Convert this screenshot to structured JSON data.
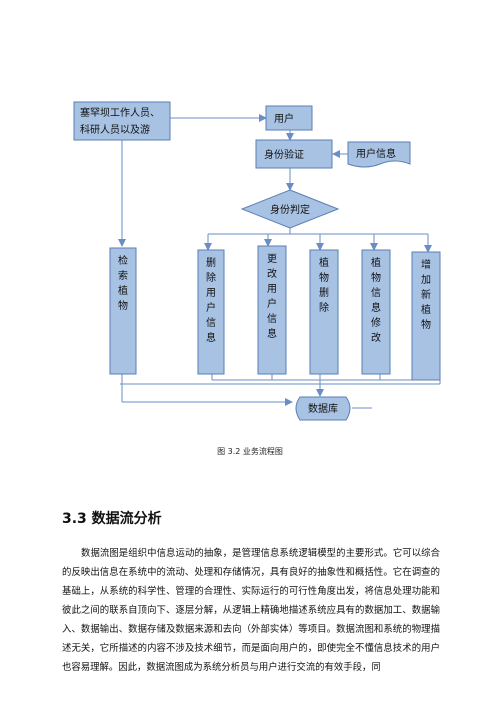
{
  "flowchart": {
    "staff": [
      "塞罕坝工作人员、",
      "科研人员以及游"
    ],
    "user": "用户",
    "auth": "身份验证",
    "user_info": "用户信息",
    "role_check": "身份判定",
    "actions": [
      {
        "id": "retrieve",
        "chars": [
          "检",
          "索",
          "植",
          "物"
        ]
      },
      {
        "id": "delete-user",
        "chars": [
          "删",
          "除",
          "用",
          "户",
          "信",
          "息"
        ]
      },
      {
        "id": "modify-user",
        "chars": [
          "更",
          "改",
          "用",
          "户",
          "信",
          "息"
        ]
      },
      {
        "id": "delete-plant",
        "chars": [
          "植",
          "物",
          "删",
          "除"
        ]
      },
      {
        "id": "modify-plant",
        "chars": [
          "植",
          "物",
          "信",
          "息",
          "修",
          "改"
        ]
      },
      {
        "id": "add-plant",
        "chars": [
          "增",
          "加",
          "新",
          "植",
          "物"
        ]
      }
    ],
    "database": "数据库"
  },
  "figure_caption": "图 3.2  业务流程图",
  "section": {
    "heading": "3.3 数据流分析",
    "paragraph": "数据流图是组织中信息运动的抽象，是管理信息系统逻辑模型的主要形式。它可以综合的反映出信息在系统中的流动、处理和存储情况，具有良好的抽象性和概括性。它在调查的基础上，从系统的科学性、管理的合理性、实际运行的可行性角度出发，将信息处理功能和彼此之间的联系自顶向下、逐层分解，从逻辑上精确地描述系统应具有的数据加工、数据输入、数据输出、数据存储及数据来源和去向（外部实体）等项目。数据流图和系统的物理描述无关，它所描述的内容不涉及技术细节，而是面向用户的，即使完全不懂信息技术的用户也容易理解。因此，数据流图成为系统分析员与用户进行交流的有效手段，同"
  },
  "colors": {
    "box_fill": "#a8c2e3",
    "box_stroke": "#5a7fb5",
    "line": "#6a8ec3"
  }
}
